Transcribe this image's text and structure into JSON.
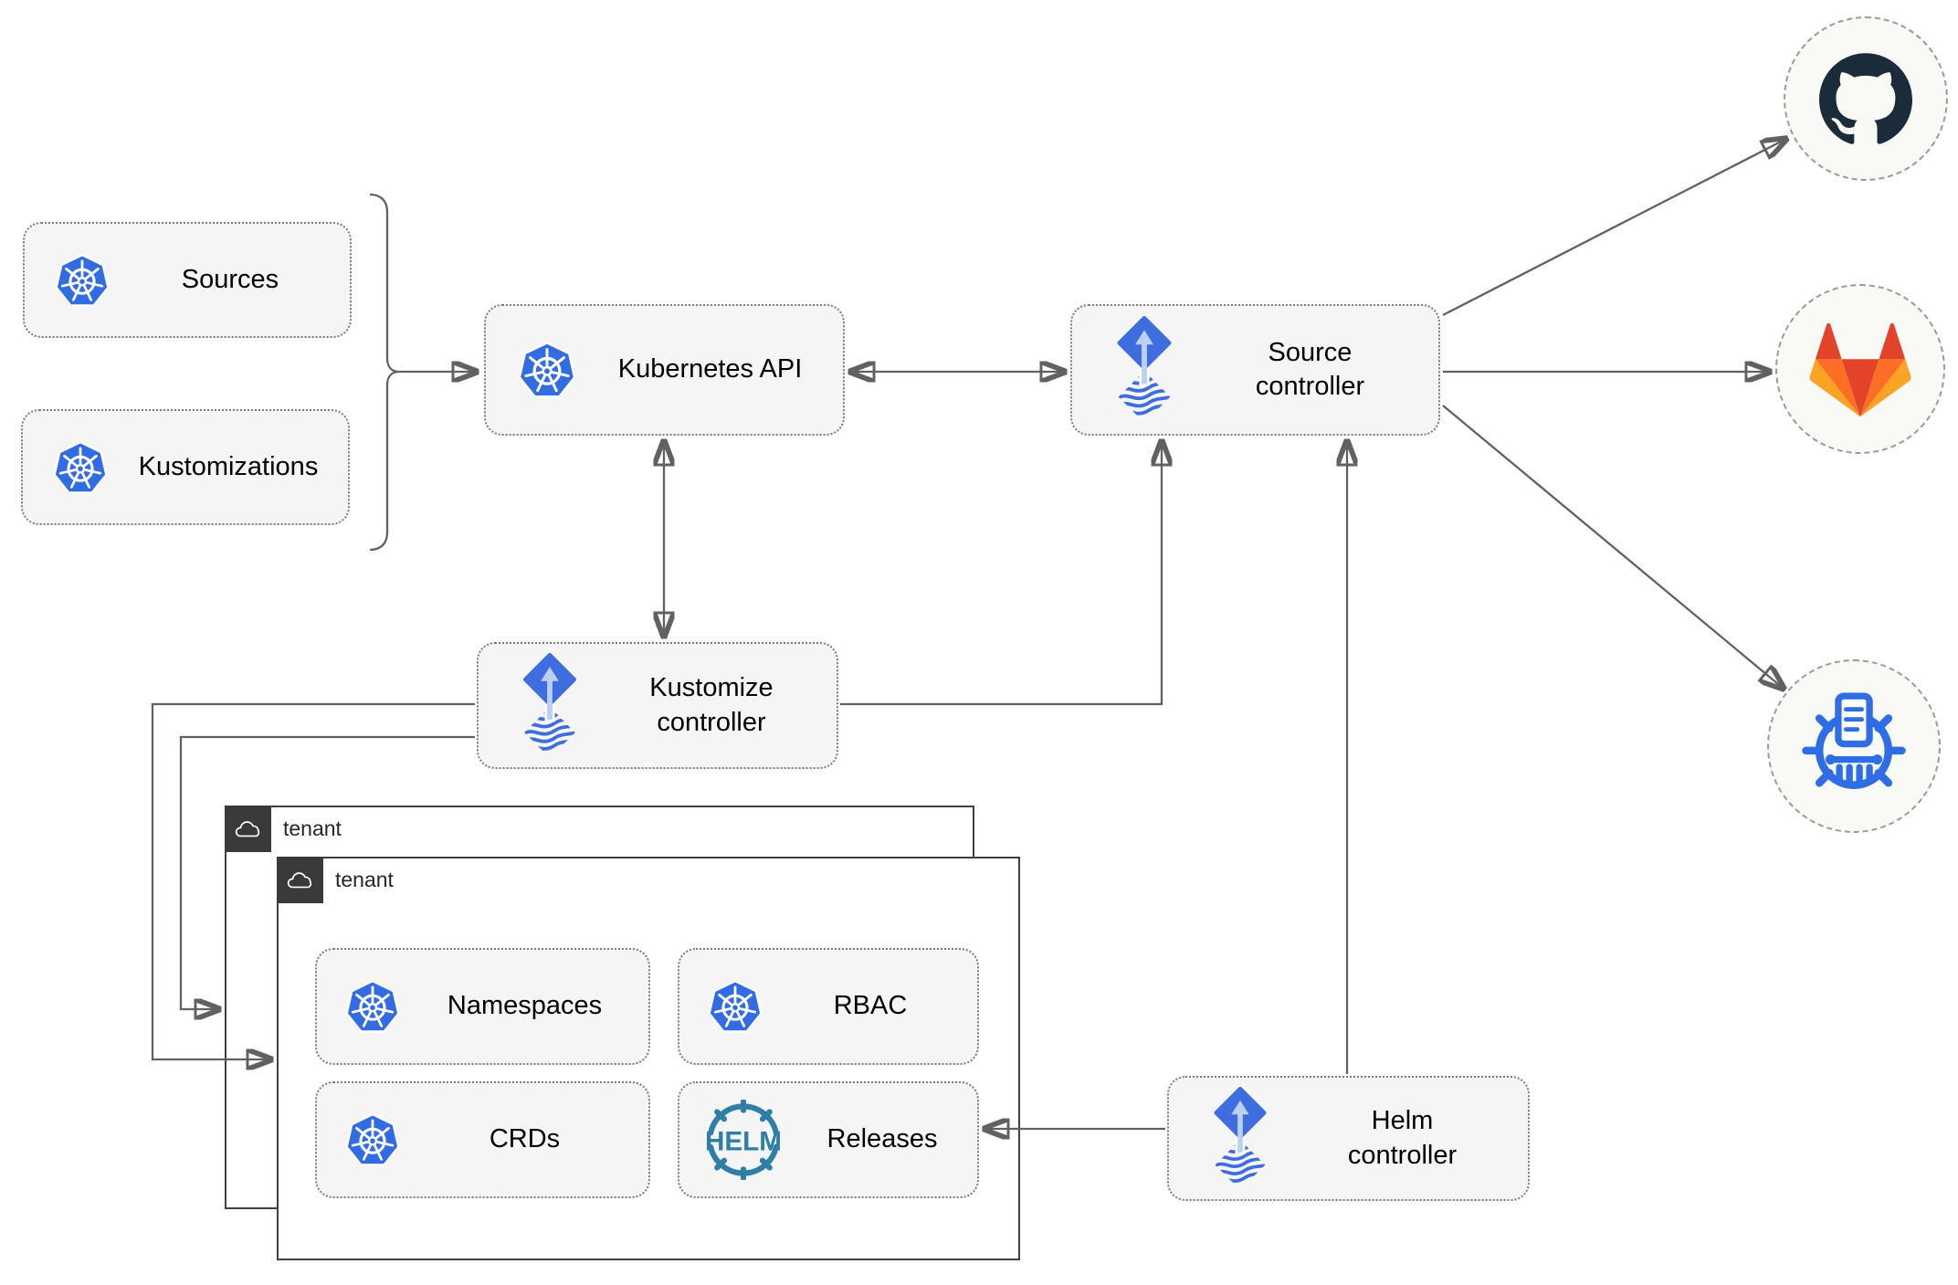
{
  "nodes": {
    "sources": {
      "label": "Sources",
      "icon": "kubernetes-icon"
    },
    "kustomizations": {
      "label": "Kustomizations",
      "icon": "kubernetes-icon"
    },
    "kubernetes_api": {
      "label": "Kubernetes API",
      "icon": "kubernetes-icon"
    },
    "source_controller": {
      "label": "Source controller",
      "icon": "flux-icon"
    },
    "kustomize_controller": {
      "label": "Kustomize controller",
      "icon": "flux-icon"
    },
    "helm_controller": {
      "label": "Helm controller",
      "icon": "flux-icon"
    },
    "namespaces": {
      "label": "Namespaces",
      "icon": "kubernetes-icon"
    },
    "rbac": {
      "label": "RBAC",
      "icon": "kubernetes-icon"
    },
    "crds": {
      "label": "CRDs",
      "icon": "kubernetes-icon"
    },
    "releases": {
      "label": "Releases",
      "icon": "helm-icon",
      "icon_text": "HELM"
    }
  },
  "groups": {
    "tenant_back": {
      "label": "tenant",
      "icon": "cloud-icon"
    },
    "tenant_front": {
      "label": "tenant",
      "icon": "cloud-icon"
    }
  },
  "externals": {
    "github": {
      "icon": "github-icon"
    },
    "gitlab": {
      "icon": "gitlab-icon"
    },
    "chart_repository": {
      "icon": "chartmuseum-icon"
    }
  },
  "edges": [
    {
      "from": "sources+kustomizations",
      "to": "kubernetes_api",
      "style": "arrow"
    },
    {
      "from": "kubernetes_api",
      "to": "source_controller",
      "style": "double-arrow"
    },
    {
      "from": "kubernetes_api",
      "to": "kustomize_controller",
      "style": "double-arrow"
    },
    {
      "from": "kustomize_controller",
      "to": "source_controller",
      "style": "arrow"
    },
    {
      "from": "kustomize_controller",
      "to": "tenant_front",
      "style": "arrow"
    },
    {
      "from": "kustomize_controller",
      "to": "tenant_back",
      "style": "arrow"
    },
    {
      "from": "helm_controller",
      "to": "source_controller",
      "style": "arrow"
    },
    {
      "from": "helm_controller",
      "to": "releases",
      "style": "arrow"
    },
    {
      "from": "source_controller",
      "to": "github",
      "style": "arrow"
    },
    {
      "from": "source_controller",
      "to": "gitlab",
      "style": "arrow"
    },
    {
      "from": "source_controller",
      "to": "chart_repository",
      "style": "arrow"
    }
  ],
  "colors": {
    "kubernetes_blue": "#326CE5",
    "flux_blue": "#3D6DDF",
    "flux_arrow_light": "#BCD0F5",
    "helm_teal": "#2E7EA8",
    "github_dark": "#1C2B3A",
    "gitlab_red_orange": "#E24329",
    "gitlab_orange": "#FC6D26",
    "gitlab_light_orange": "#FCA326",
    "chartmuseum_blue": "#2E6DE5",
    "connector_gray": "#616161",
    "node_fill": "#F5F5F5",
    "tenant_border": "#3A3A3A"
  }
}
